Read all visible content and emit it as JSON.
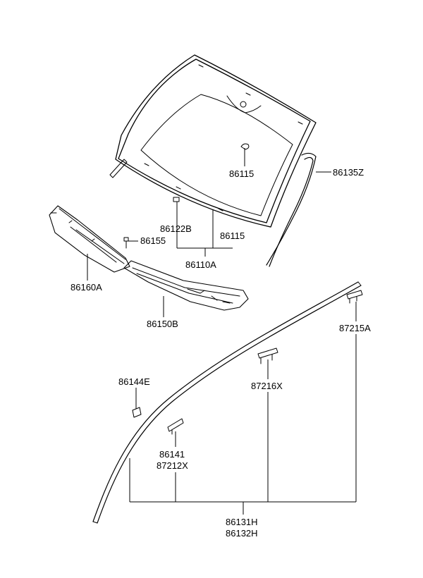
{
  "callouts": {
    "p86115_top": "86115",
    "p86135Z": "86135Z",
    "p86122B": "86122B",
    "p86115_bottom": "86115",
    "p86110A": "86110A",
    "p86155": "86155",
    "p86160A": "86160A",
    "p86150B": "86150B",
    "p87215A": "87215A",
    "p86144E": "86144E",
    "p87216X": "87216X",
    "p86141": "86141",
    "p87212X": "87212X",
    "p86131H": "86131H",
    "p86132H": "86132H"
  }
}
